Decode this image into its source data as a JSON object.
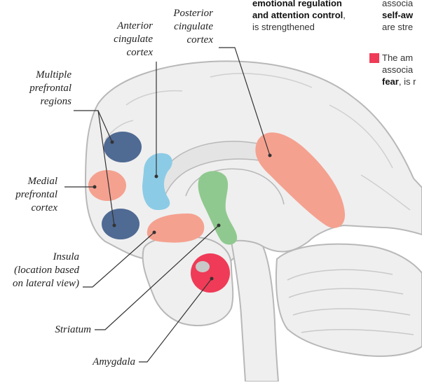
{
  "labels": {
    "anterior_cingulate": [
      "Anterior",
      "cingulate",
      "cortex"
    ],
    "posterior_cingulate": [
      "Posterior",
      "cingulate",
      "cortex"
    ],
    "multiple_prefrontal": [
      "Multiple",
      "prefrontal",
      "regions"
    ],
    "medial_prefrontal": [
      "Medial",
      "prefrontal",
      "cortex"
    ],
    "insula": [
      "Insula",
      "(location based",
      "on lateral view)"
    ],
    "striatum": "Striatum",
    "amygdala": "Amygdala"
  },
  "legend": {
    "middle": {
      "bold1": "emotional regulation",
      "bold2": "and attention control",
      "bold2_suffix": ",",
      "normal": "is strengthened"
    },
    "right_top": {
      "line1": "associa",
      "bold": "self-aw",
      "line3": "are stre"
    },
    "right_red": {
      "line1": "The am",
      "line2": "associa",
      "bold": "fear",
      "suffix": ", is r"
    }
  },
  "colors": {
    "blue": "#4f6a93",
    "salmon": "#f5a190",
    "light_blue": "#8ccbe6",
    "green": "#8fc98f",
    "red": "#ef3b57",
    "brain_fill": "#efefef",
    "brain_outline": "#b8b8b8"
  }
}
